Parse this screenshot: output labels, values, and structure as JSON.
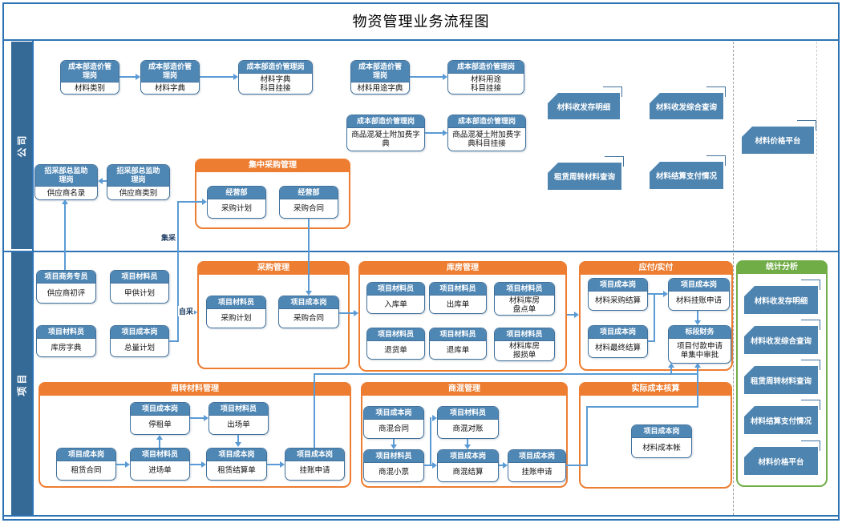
{
  "title": "物资管理业务流程图",
  "lanes": {
    "company": "公司",
    "project": "项目"
  },
  "connector_labels": {
    "collective": "集采",
    "self_procure": "自采"
  },
  "groups": {
    "central_procurement": "集中采购管理",
    "procurement": "采购管理",
    "warehouse": "库房管理",
    "payable": "应付/实付",
    "statistics": "统计分析",
    "turnover_material": "周转材料管理",
    "commercial_concrete": "商混管理",
    "actual_cost": "实际成本核算"
  },
  "nodes": {
    "b1": {
      "role": "成本部造价管\n理岗",
      "doc": "材料类别"
    },
    "b2": {
      "role": "成本部造价管\n理岗",
      "doc": "材料字典"
    },
    "b3": {
      "role": "成本部造价管理岗",
      "doc": "材料字典\n科目挂接"
    },
    "b4": {
      "role": "成本部造价管\n理岗",
      "doc": "材料用途字典"
    },
    "b5": {
      "role": "成本部造价管理岗",
      "doc": "材料用途\n科目挂接"
    },
    "b6": {
      "role": "成本部造价管理岗",
      "doc": "商品混凝土附加费字\n典"
    },
    "b7": {
      "role": "成本部造价管理岗",
      "doc": "商品混凝土附加费字\n典科目挂接"
    },
    "b8": {
      "role": "招采部总监助\n理岗",
      "doc": "供应商名录"
    },
    "b9": {
      "role": "招采部总监助\n理岗",
      "doc": "供应商类别"
    },
    "b10": {
      "role": "经营部",
      "doc": "采购计划"
    },
    "b11": {
      "role": "经营部",
      "doc": "采购合同"
    },
    "p1": {
      "role": "项目商务专员",
      "doc": "供应商初评"
    },
    "p2": {
      "role": "项目材料员",
      "doc": "甲供计划"
    },
    "p3": {
      "role": "项目材料员",
      "doc": "库房字典"
    },
    "p4": {
      "role": "项目成本岗",
      "doc": "总量计划"
    },
    "p5": {
      "role": "项目材料员",
      "doc": "采购计划"
    },
    "p6": {
      "role": "项目成本岗",
      "doc": "采购合同"
    },
    "p7": {
      "role": "项目材料员",
      "doc": "入库单"
    },
    "p8": {
      "role": "项目材料员",
      "doc": "出库单"
    },
    "p9": {
      "role": "项目材料员",
      "doc": "材料库房\n盘点单"
    },
    "p10": {
      "role": "项目材料员",
      "doc": "退货单"
    },
    "p11": {
      "role": "项目材料员",
      "doc": "退库单"
    },
    "p12": {
      "role": "项目材料员",
      "doc": "材料库房\n报损单"
    },
    "p13": {
      "role": "项目成本岗",
      "doc": "材料采购结算"
    },
    "p14": {
      "role": "项目成本岗",
      "doc": "材料挂账申请"
    },
    "p15": {
      "role": "项目成本岗",
      "doc": "材料最终结算"
    },
    "p16": {
      "role": "标段财务",
      "doc": "项目付款申请\n单集中审批"
    },
    "p17": {
      "role": "项目成本岗",
      "doc": "停租单"
    },
    "p18": {
      "role": "项目材料员",
      "doc": "出场单"
    },
    "p19": {
      "role": "项目成本岗",
      "doc": "租赁合同"
    },
    "p20": {
      "role": "项目材料员",
      "doc": "进场单"
    },
    "p21": {
      "role": "项目成本岗",
      "doc": "租赁结算单"
    },
    "p22": {
      "role": "项目成本岗",
      "doc": "挂账申请"
    },
    "p23": {
      "role": "项目成本岗",
      "doc": "商混合同"
    },
    "p24": {
      "role": "项目材料员",
      "doc": "商混对账"
    },
    "p25": {
      "role": "项目材料员",
      "doc": "商混小票"
    },
    "p26": {
      "role": "项目成本岗",
      "doc": "商混结算"
    },
    "p27": {
      "role": "项目成本岗",
      "doc": "挂账申请"
    },
    "p28": {
      "role": "项目成本岗",
      "doc": "材料成本帐"
    }
  },
  "report_tags": {
    "t1": "材料收发存明细",
    "t2": "材料收发综合查询",
    "t3": "租赁周转材料查询",
    "t4": "材料结算支付情况",
    "t5": "材料价格平台"
  },
  "statistics_items": {
    "s1": "材料收发存明细",
    "s2": "材料收发综合查询",
    "s3": "租赁周转材料查询",
    "s4": "材料结算支付情况",
    "s5": "材料价格平台"
  },
  "colors": {
    "node_header_fill": "#4E86B4",
    "node_border": "#41719C",
    "connector": "#5B9BD5",
    "group_orange": "#ED7D31",
    "group_green": "#70AD47",
    "lane_fill": "#366A96",
    "frame_border": "#2E74B5",
    "dashed_line": "#9B9B9B"
  }
}
